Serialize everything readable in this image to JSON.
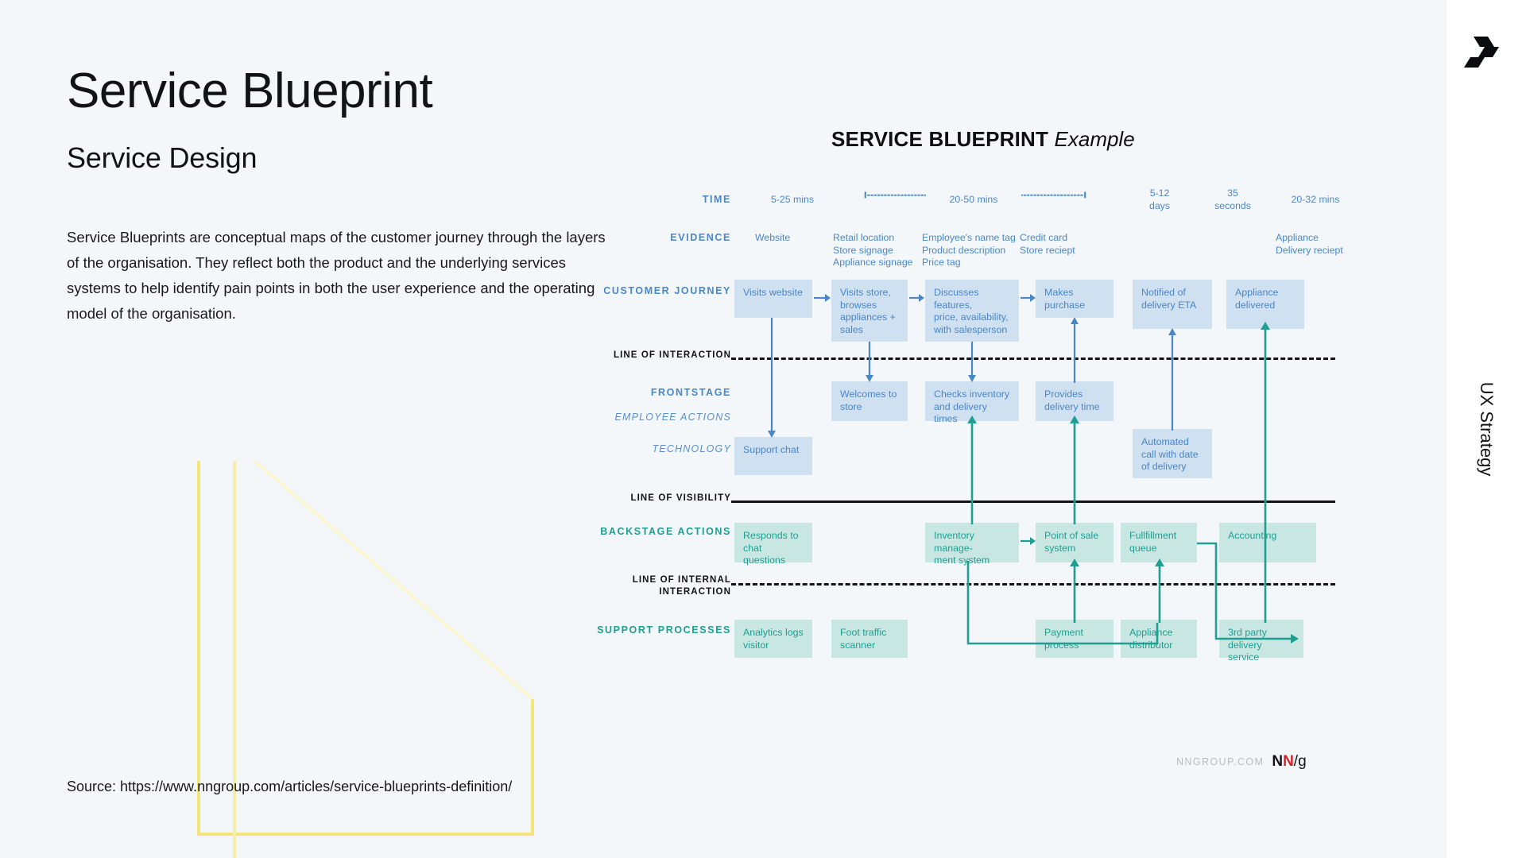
{
  "slide": {
    "title": "Service Blueprint",
    "subtitle": "Service Design",
    "body": "Service Blueprints are conceptual maps of the customer journey through the layers of the organisation. They reflect both the product and the underlying services systems to help identify pain points in both the user experience and the operating model of the organisation.",
    "source": "Source: https://www.nngroup.com/articles/service-blueprints-definition/",
    "rail_label": "UX Strategy",
    "background": "#f3f7fa",
    "accent_blue": "#4a87c7",
    "accent_teal": "#1f9e91",
    "accent_yellow": "#f2e67a"
  },
  "blueprint": {
    "heading_bold": "SERVICE BLUEPRINT",
    "heading_italic": "Example",
    "rows": {
      "time": "TIME",
      "evidence": "EVIDENCE",
      "customer_journey": "CUSTOMER\nJOURNEY",
      "line_of_interaction": "LINE OF\nINTERACTION",
      "frontstage": "FRONTSTAGE",
      "employee_actions": "EMPLOYEE\nACTIONS",
      "technology": "TECHNOLOGY",
      "line_of_visibility": "LINE OF\nVISIBILITY",
      "backstage_actions": "BACKSTAGE\nACTIONS",
      "line_of_internal_interaction": "LINE OF\nINTERNAL\nINTERACTION",
      "support_processes": "SUPPORT\nPROCESSES"
    },
    "time_values": [
      "5-25 mins",
      "20-50 mins",
      "5-12\ndays",
      "35\nseconds",
      "20-32 mins"
    ],
    "evidence_values": [
      "Website",
      "Retail location\nStore signage\nAppliance signage",
      "Employee's name tag\nProduct description\nPrice tag",
      "Credit card\nStore reciept",
      "Appliance\nDelivery reciept"
    ],
    "customer_journey_boxes": [
      "Visits website",
      "Visits store,\nbrowses\nappliances +\nsales",
      "Discusses features,\nprice, availability,\nwith salesperson",
      "Makes purchase",
      "Notified of\ndelivery ETA",
      "Appliance\ndelivered"
    ],
    "employee_action_boxes": [
      "Welcomes to\nstore",
      "Checks inventory\nand delivery times",
      "Provides\ndelivery time"
    ],
    "technology_boxes": [
      "Support chat",
      "Automated\ncall with date\nof delivery"
    ],
    "backstage_boxes": [
      "Responds to\nchat questions",
      "Inventory manage-\nment system",
      "Point of sale\nsystem",
      "Fullfillment\nqueue",
      "Accounting"
    ],
    "support_boxes": [
      "Analytics logs\nvisitor",
      "Foot traffic\nscanner",
      "Payment\nprocess",
      "Appliance\ndistributor",
      "3rd party\ndelivery service"
    ],
    "footer": {
      "site": "NNGROUP.COM",
      "mark_n1": "N",
      "mark_n2": "N",
      "mark_slash": "/",
      "mark_g": "g"
    }
  }
}
